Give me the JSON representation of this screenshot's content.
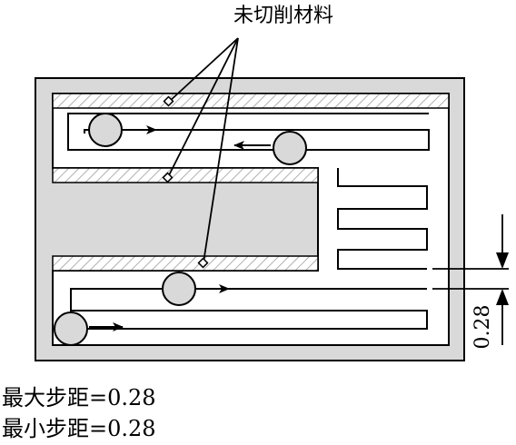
{
  "diagram": {
    "callout_label": "未切削材料",
    "dimension_value": "0.28"
  },
  "captions": {
    "max_step": "最大步距=0.28",
    "min_step": "最小步距=0.28"
  },
  "colors": {
    "frame_fill": "#d9d9d9",
    "line": "#000000",
    "hatch": "#b0b0b0",
    "background": "#ffffff"
  }
}
